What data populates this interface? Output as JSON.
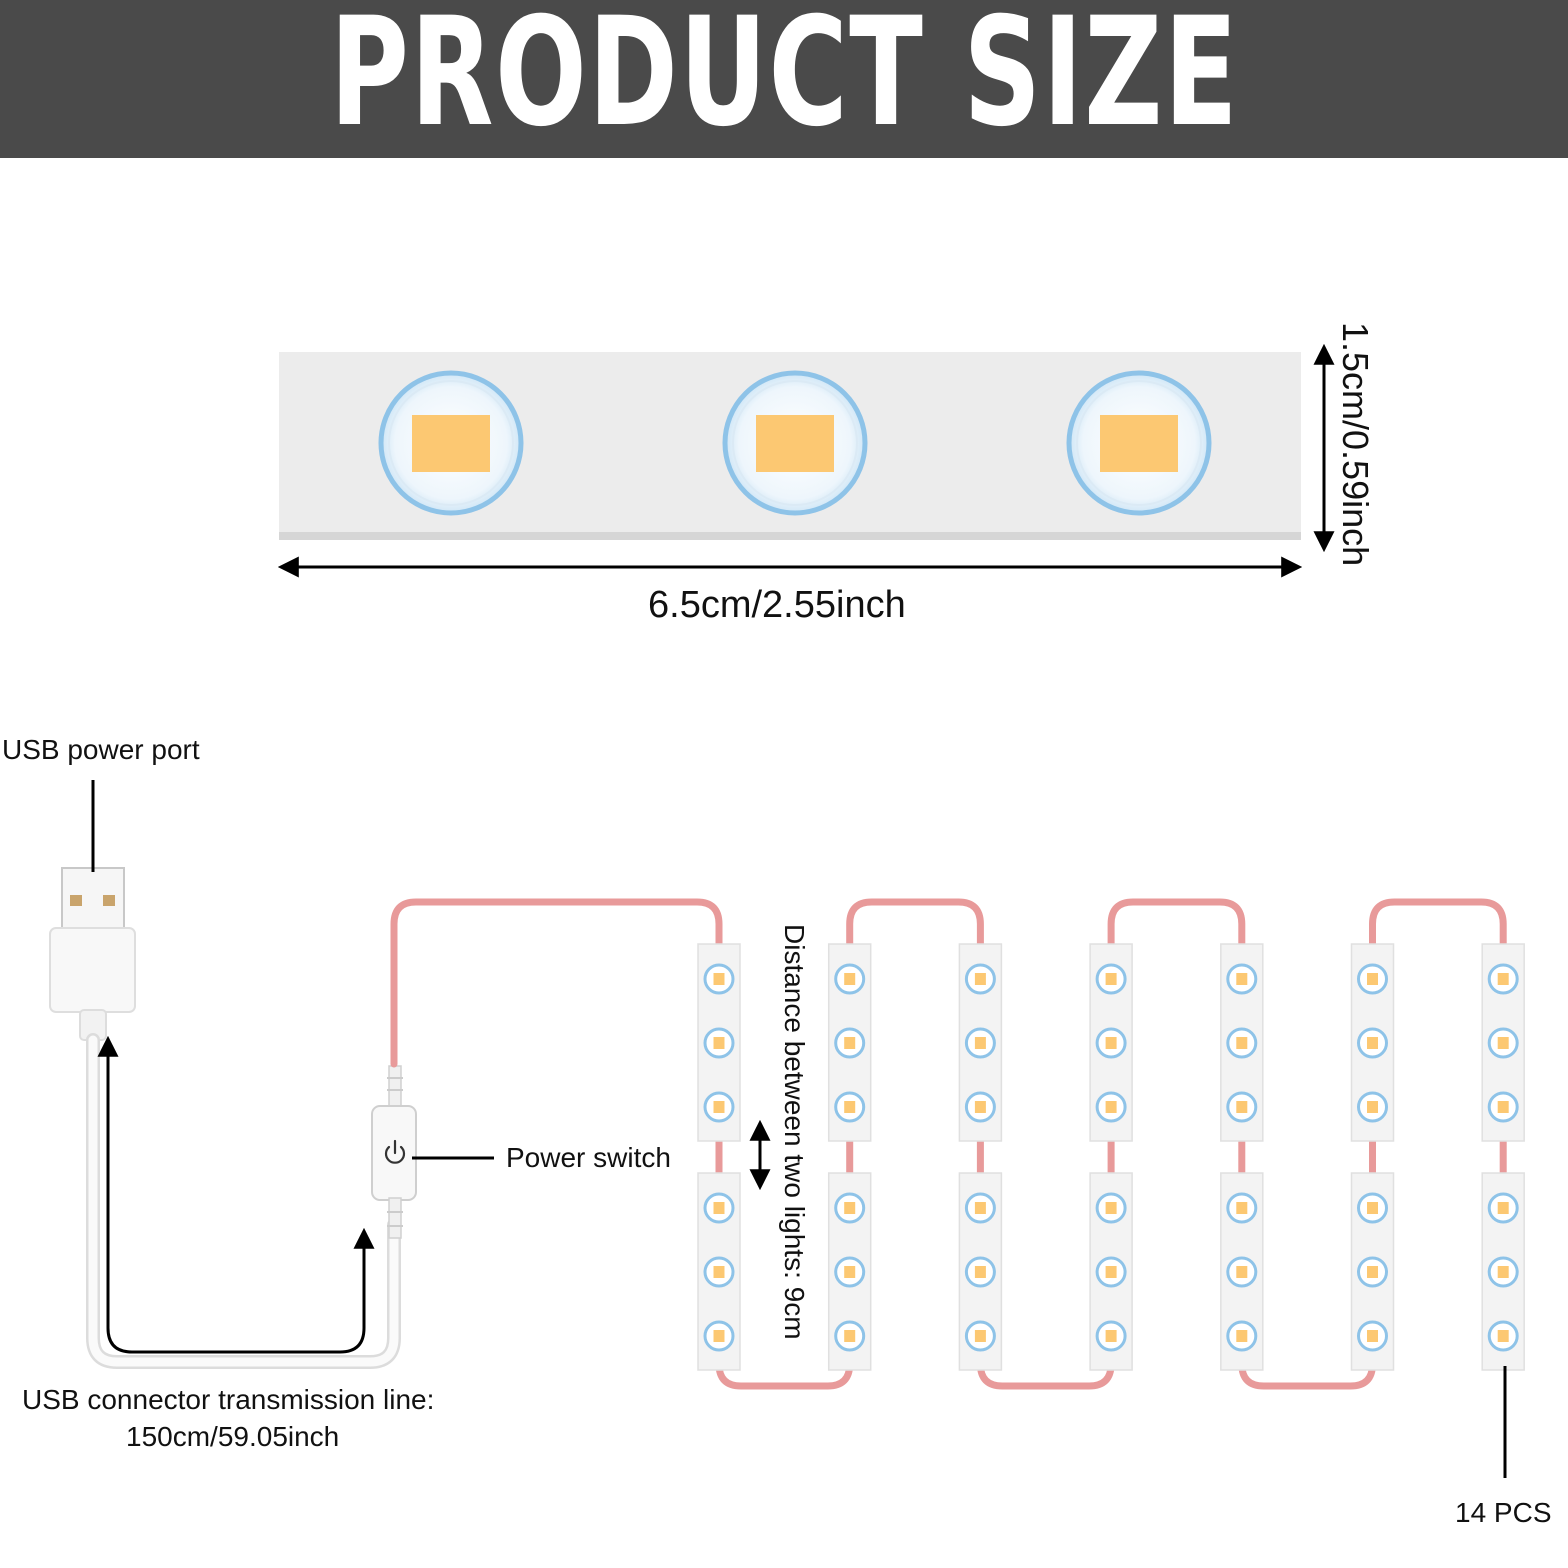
{
  "header": {
    "title": "PRODUCT SIZE"
  },
  "module_dimensions": {
    "width_label": "6.5cm/2.55inch",
    "height_label": "1.5cm/0.59inch",
    "led_count": 3
  },
  "kit": {
    "usb_port_label": "USB power port",
    "power_switch_label": "Power switch",
    "cable_label_line1": "USB connector transmission line:",
    "cable_label_line2": "150cm/59.05inch",
    "distance_label": "Distance between two lights: 9cm",
    "count_label": "14 PCS",
    "module_count": 14
  },
  "colors": {
    "header_bg": "#4a4a4a",
    "module_body": "#eeeeee",
    "led_ring": "#8ec3e8",
    "led_chip": "#fcc872",
    "wire": "#e89a9a",
    "cable": "#f4f4f4"
  }
}
